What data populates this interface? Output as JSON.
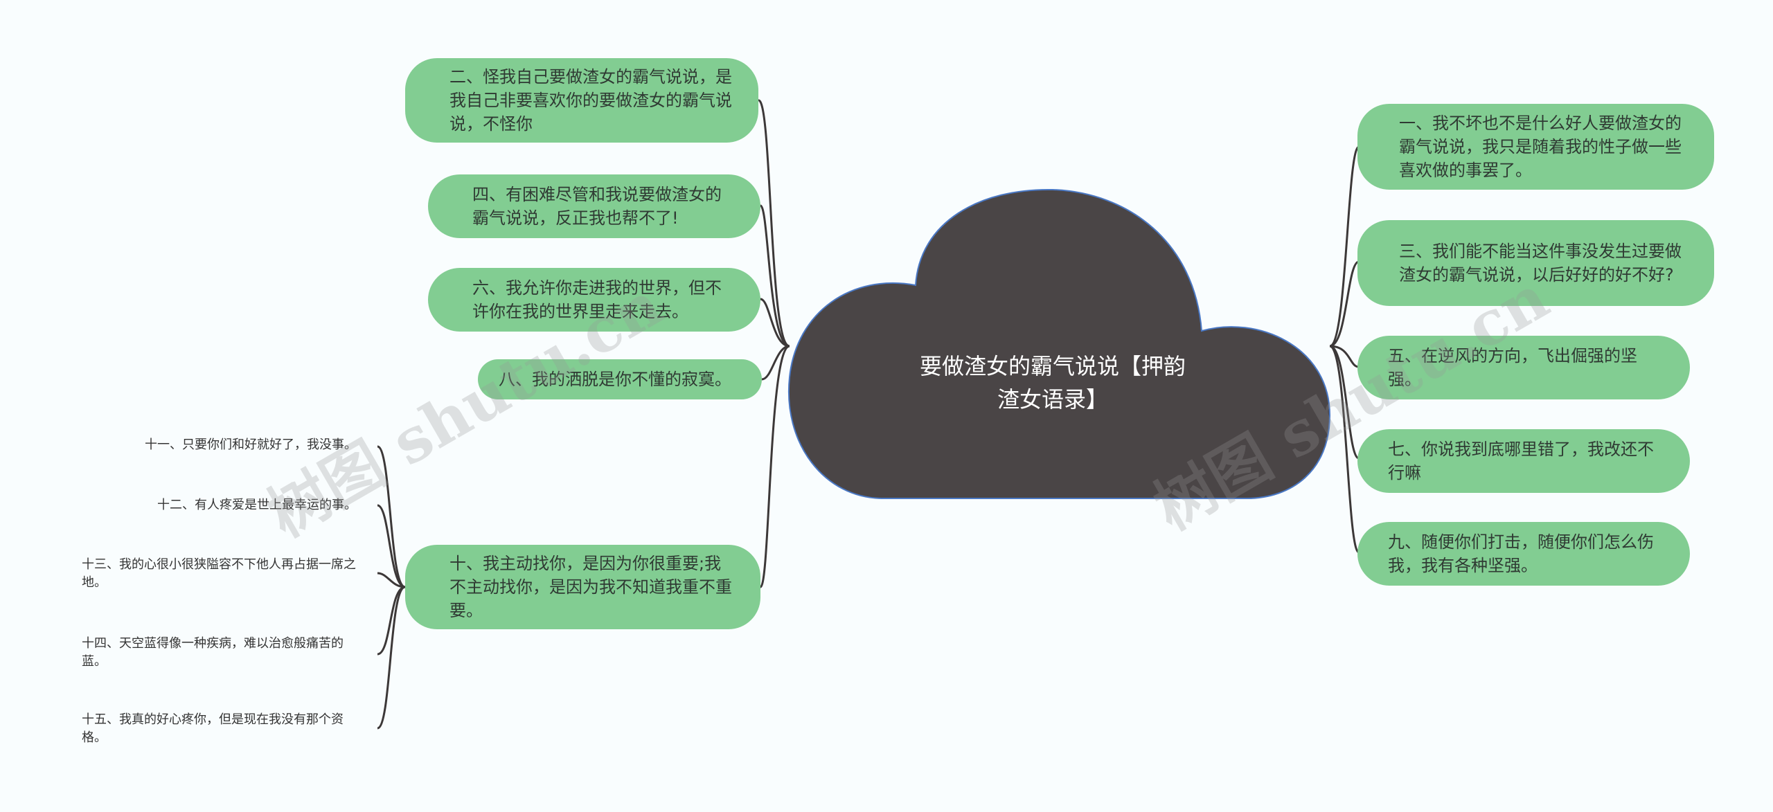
{
  "colors": {
    "background": "#f9fdfe",
    "node_fill": "#82cd92",
    "center_fill": "#4a4546",
    "center_stroke": "#4a78c4",
    "link": "#3c3838"
  },
  "center": {
    "label": "要做渣女的霸气说说【押韵渣女语录】"
  },
  "left_branches": [
    {
      "label": "二、怪我自己要做渣女的霸气说说，是我自己非要喜欢你的要做渣女的霸气说说，不怪你"
    },
    {
      "label": "四、有困难尽管和我说要做渣女的霸气说说，反正我也帮不了!"
    },
    {
      "label": "六、我允许你走进我的世界，但不许你在我的世界里走来走去。"
    },
    {
      "label": "八、我的洒脱是你不懂的寂寞。"
    },
    {
      "label": "十、我主动找你，是因为你很重要;我不主动找你，是因为我不知道我重不重要。"
    }
  ],
  "sub_branches": [
    {
      "label": "十一、只要你们和好就好了，我没事。"
    },
    {
      "label": "十二、有人疼爱是世上最幸运的事。"
    },
    {
      "label": "十三、我的心很小很狭隘容不下他人再占据一席之地。"
    },
    {
      "label": "十四、天空蓝得像一种疾病，难以治愈般痛苦的蓝。"
    },
    {
      "label": "十五、我真的好心疼你，但是现在我没有那个资格。"
    }
  ],
  "right_branches": [
    {
      "label": "一、我不坏也不是什么好人要做渣女的霸气说说，我只是随着我的性子做一些喜欢做的事罢了。"
    },
    {
      "label": "三、我们能不能当这件事没发生过要做渣女的霸气说说，以后好好的好不好?"
    },
    {
      "label": "五、在逆风的方向，飞出倔强的坚强。"
    },
    {
      "label": "七、你说我到底哪里错了，我改还不行嘛"
    },
    {
      "label": "九、随便你们打击，随便你们怎么伤我，我有各种坚强。"
    }
  ],
  "watermark": [
    "树图 shutu.cn",
    "树图 shutu.cn"
  ]
}
